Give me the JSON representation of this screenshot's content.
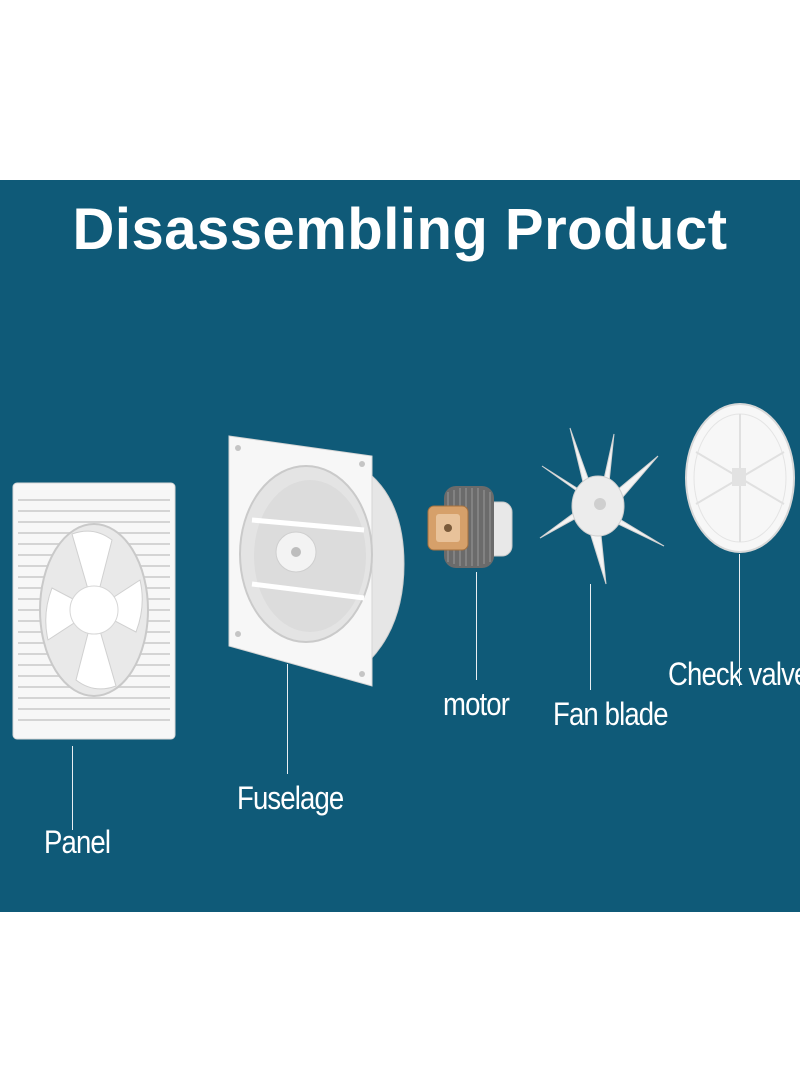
{
  "title": "Disassembling Product",
  "parts": {
    "panel": "Panel",
    "fuselage": "Fuselage",
    "motor": "motor",
    "fan_blade": "Fan blade",
    "check_valve": "Check valve"
  },
  "colors": {
    "background": "#0f5a78",
    "part_white": "#f5f5f5",
    "text": "#ffffff"
  }
}
